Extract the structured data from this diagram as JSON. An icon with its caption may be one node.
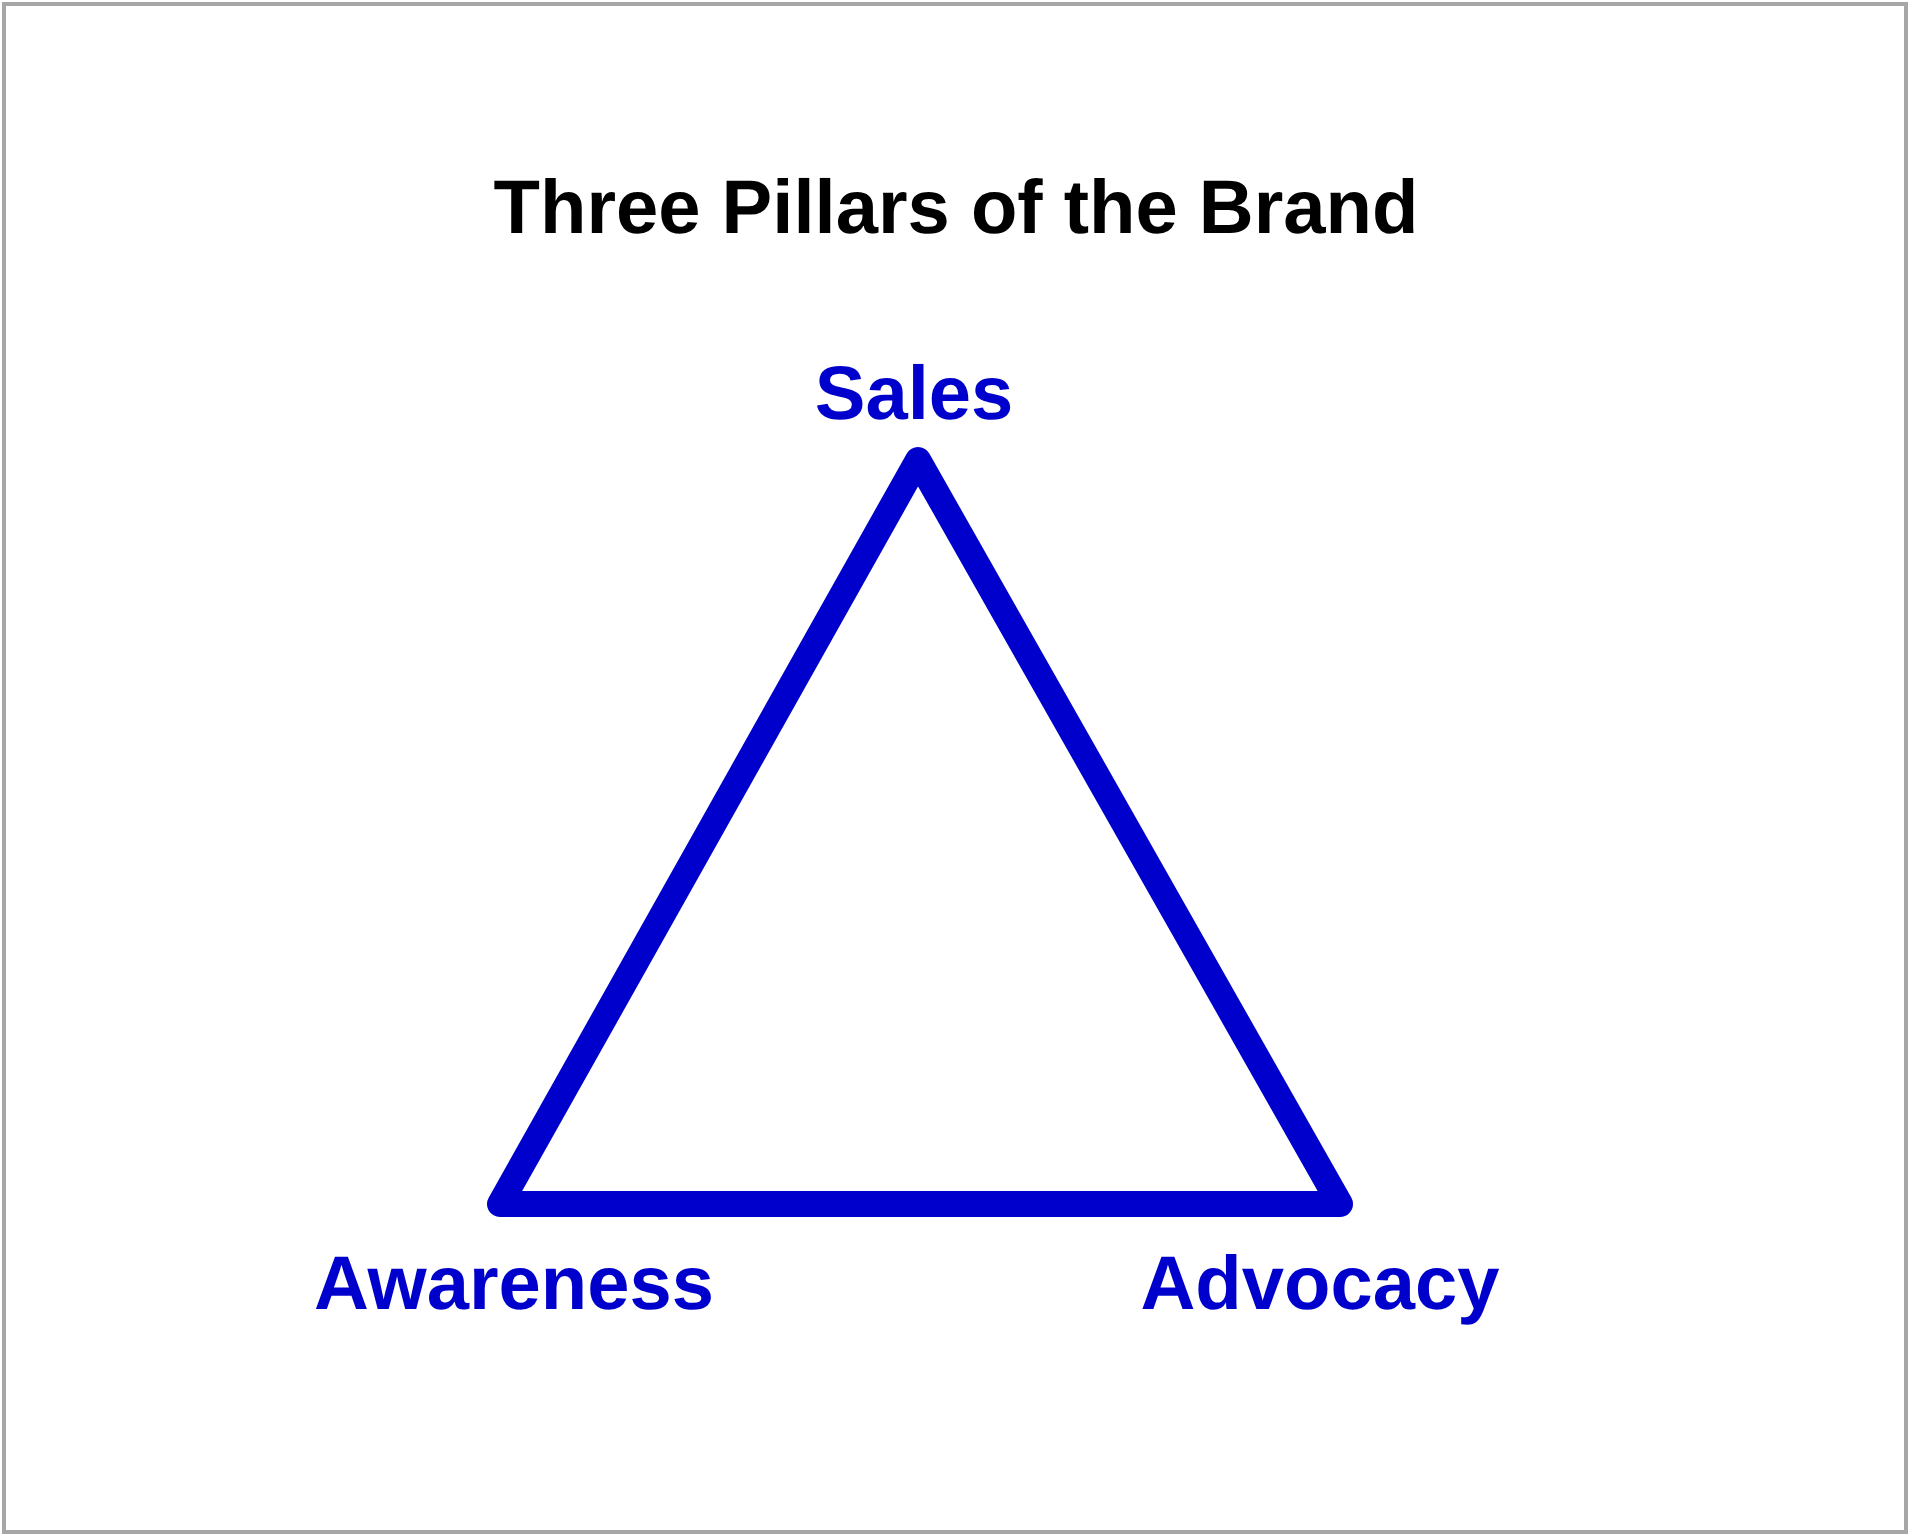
{
  "diagram": {
    "title": "Three Pillars of the Brand",
    "labels": [
      "Sales",
      "Awareness",
      "Advocacy"
    ]
  }
}
